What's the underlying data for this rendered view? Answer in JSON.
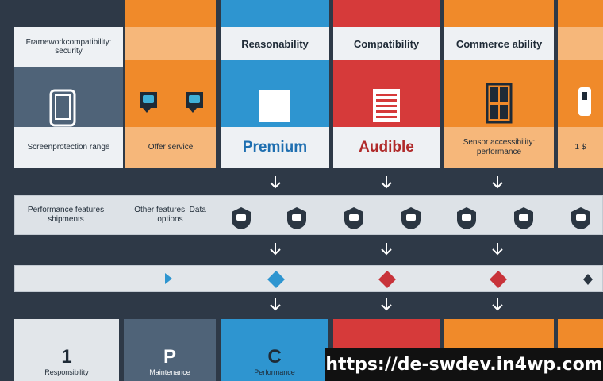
{
  "colors": {
    "background": "#2e3947",
    "slate": "#4f6378",
    "orange": "#f08a2a",
    "blue": "#2e95d0",
    "red": "#d63a3a",
    "light": "#eef1f4",
    "gray": "#e2e6ea"
  },
  "columns": [
    {
      "header": "Frameworkcompatibility: security",
      "footer": "Screenprotection range",
      "icon": "tablet-icon"
    },
    {
      "header": "",
      "footer": "Offer service",
      "icon": "chat-bubble-icon"
    },
    {
      "header": "Reasonability",
      "footer": "Premium",
      "icon": "square-icon"
    },
    {
      "header": "Compatibility",
      "footer": "Audible",
      "icon": "document-icon"
    },
    {
      "header": "Commerce ability",
      "footer": "Sensor accessibility: performance",
      "icon": "window-icon"
    },
    {
      "header": "",
      "footer": "1 $",
      "icon": "phone-icon"
    }
  ],
  "row2": {
    "label_left": "Performance features shipments",
    "label_mid": "Other features: Data options"
  },
  "cards": [
    {
      "glyph": "1",
      "label": "Responsibility"
    },
    {
      "glyph": "P",
      "label": "Maintenance"
    },
    {
      "glyph": "C",
      "label": "Performance"
    },
    {
      "glyph": "",
      "label": ""
    },
    {
      "glyph": "",
      "label": ""
    },
    {
      "glyph": "",
      "label": ""
    }
  ],
  "watermark": "https://de-swdev.in4wp.com"
}
